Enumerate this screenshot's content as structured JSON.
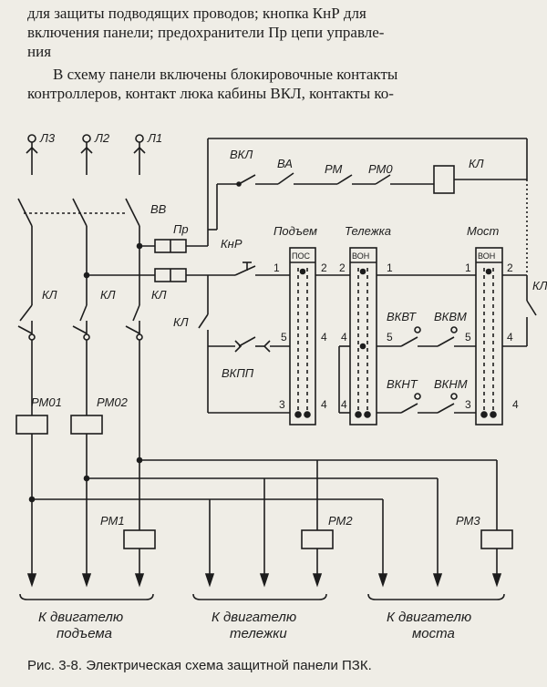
{
  "text": {
    "line1": "для защиты подводящих проводов; кнопка КнР для",
    "line2": "включения панели; предохранители Пр цепи управле-",
    "line3": "ния",
    "line4": "В схему панели включены блокировочные контакты",
    "line5": "контроллеров, контакт люка кабины ВКЛ, контакты ко-"
  },
  "diagram": {
    "phases": [
      "Л3",
      "Л2",
      "Л1"
    ],
    "switch_vv": "ВВ",
    "fuse_pr": "Пр",
    "contactor": "КЛ",
    "top_chain": [
      "ВКЛ",
      "ВА",
      "РМ",
      "РМ0"
    ],
    "knr": "КнР",
    "vkpp": "ВКПП",
    "controllers": [
      {
        "title": "Подъем",
        "code": "ПОС"
      },
      {
        "title": "Тележка",
        "code": "ВОН"
      },
      {
        "title": "Мост",
        "code": "ВОН"
      }
    ],
    "limit_switches": [
      "ВКВТ",
      "ВКВМ",
      "ВКНТ",
      "ВКНМ"
    ],
    "relays": [
      "РМ01",
      "РМ02",
      "РМ1",
      "РМ2",
      "РМ3"
    ],
    "terminals": [
      "1",
      "2",
      "3",
      "4",
      "5"
    ],
    "motors": [
      {
        "line1": "К двигателю",
        "line2": "подъема"
      },
      {
        "line1": "К двигателю",
        "line2": "тележки"
      },
      {
        "line1": "К двигателю",
        "line2": "моста"
      }
    ]
  },
  "caption": "Рис. 3-8. Электрическая схема защитной панели ПЗК."
}
